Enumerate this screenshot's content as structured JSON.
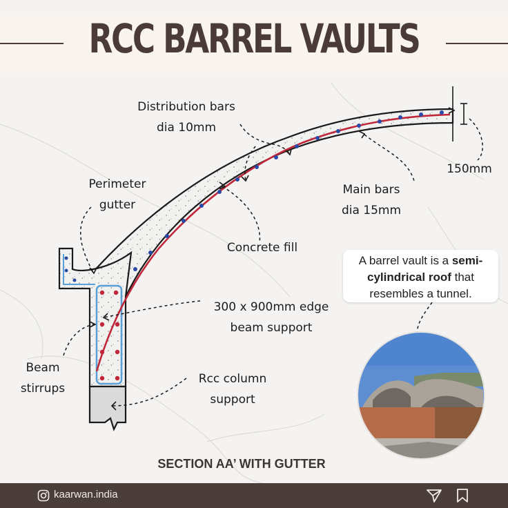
{
  "title": "RCC BARREL VAULTS",
  "labels": {
    "distribution_bars": "Distribution bars",
    "distribution_dia": "dia 10mm",
    "thickness": "150mm",
    "perimeter": "Perimeter",
    "gutter": "gutter",
    "main_bars": "Main bars",
    "main_dia": "dia 15mm",
    "concrete_fill": "Concrete fill",
    "edge_beam_1": "300 x 900mm edge",
    "edge_beam_2": "beam support",
    "beam": "Beam",
    "stirrups": "stirrups",
    "column_1": "Rcc column",
    "column_2": "support"
  },
  "callout": {
    "part1": "A barrel vault is a ",
    "bold1": "semi-",
    "bold2": "cylindrical roof",
    "part2": " that",
    "line3": "resembles a tunnel."
  },
  "section_title": "SECTION AA’ WITH GUTTER",
  "footer": {
    "handle": "kaarwan.india",
    "icons": [
      "instagram-icon",
      "share-icon",
      "bookmark-icon"
    ]
  },
  "colors": {
    "brand": "#4b3e3a",
    "rebar_main": "#c0283a",
    "rebar_dist": "#2b4aa8",
    "stirrup": "#5aa0d8"
  }
}
